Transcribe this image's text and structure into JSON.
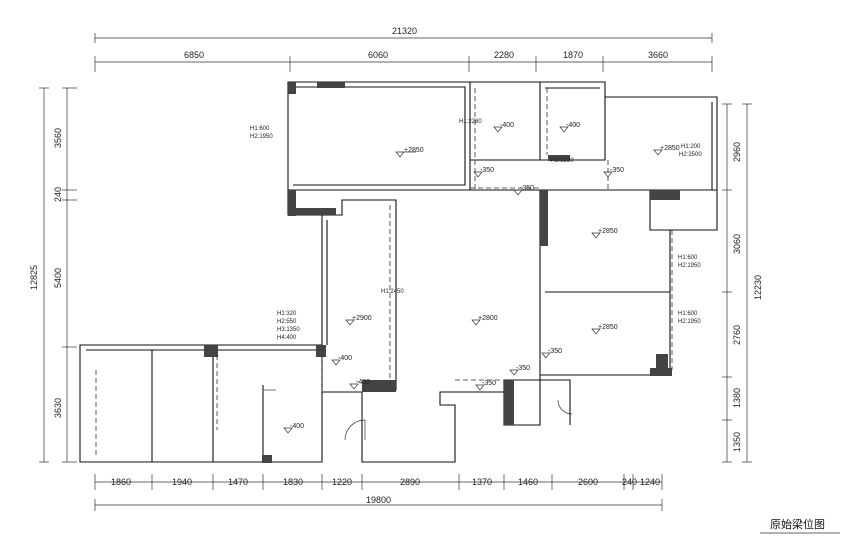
{
  "title": "原始梁位图",
  "dimensions": {
    "top_total": "21320",
    "top_segments": [
      "6850",
      "6060",
      "2280",
      "1870",
      "3660"
    ],
    "bottom_segments": [
      "1860",
      "1940",
      "1470",
      "1830",
      "1220",
      "2890",
      "1370",
      "1460",
      "2600",
      "240",
      "1240"
    ],
    "bottom_total": "19800",
    "left_total": "12825",
    "left_segments": [
      "3560",
      "240",
      "5400",
      "3630"
    ],
    "right_total": "12230",
    "right_segments": [
      "2960",
      "3060",
      "2760",
      "1380",
      "1350"
    ]
  },
  "levels": [
    "+2850",
    "-400",
    "-400",
    "+2850",
    "+2850",
    "+2850",
    "+2900",
    "+2800",
    "-400",
    "-400",
    "-400",
    "-350",
    "-350",
    "-350",
    "-350",
    "-350",
    "-350"
  ],
  "beam_notes": [
    "H1:600",
    "H2:1950",
    "H1:2280",
    "H1:200",
    "H2:2500",
    "H2:2280",
    "H1:600",
    "H2:1950",
    "H1:2450",
    "H1:320",
    "H2:550",
    "H3:1350",
    "H4:400",
    "H1:600",
    "H2:1950"
  ]
}
